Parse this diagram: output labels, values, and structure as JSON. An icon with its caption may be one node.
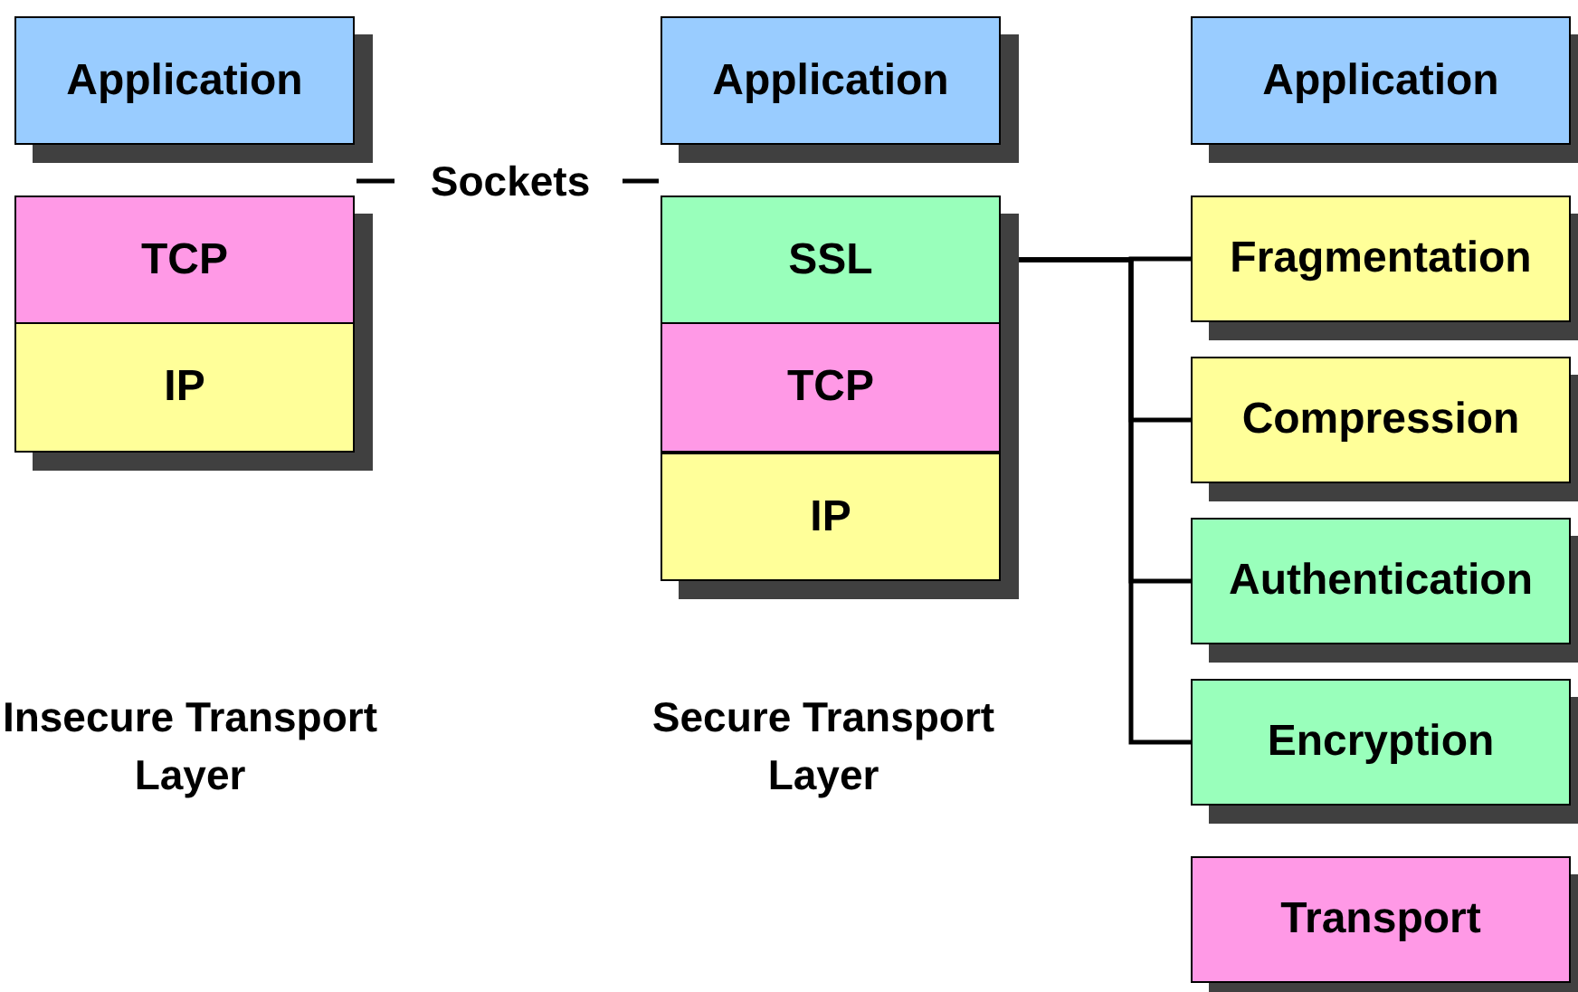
{
  "diagram": {
    "nodes": [
      {
        "text": [
          "Application"
        ]
      },
      {
        "text": [
          "TCP"
        ]
      },
      {
        "text": [
          "IP"
        ]
      },
      {
        "text": [
          "Application"
        ]
      },
      {
        "text": [
          "SSL"
        ]
      },
      {
        "text": [
          "TCP"
        ]
      },
      {
        "text": [
          "IP"
        ]
      },
      {
        "text": [
          "Application"
        ]
      },
      {
        "text": [
          "Fragmentation"
        ]
      },
      {
        "text": [
          "Compression"
        ]
      },
      {
        "text": [
          "Authentication"
        ]
      },
      {
        "text": [
          "Encryption"
        ]
      },
      {
        "text": [
          "Transport"
        ]
      }
    ],
    "edges": [
      {
        "from": 4,
        "to": 8,
        "arrow": "none"
      },
      {
        "from": 4,
        "to": 9,
        "arrow": "none"
      },
      {
        "from": 4,
        "to": 10,
        "arrow": "none"
      },
      {
        "from": 4,
        "to": 11,
        "arrow": "none"
      }
    ],
    "labels": [
      "Sockets",
      "Insecure Transport Layer",
      "Secure Transport Layer"
    ]
  }
}
